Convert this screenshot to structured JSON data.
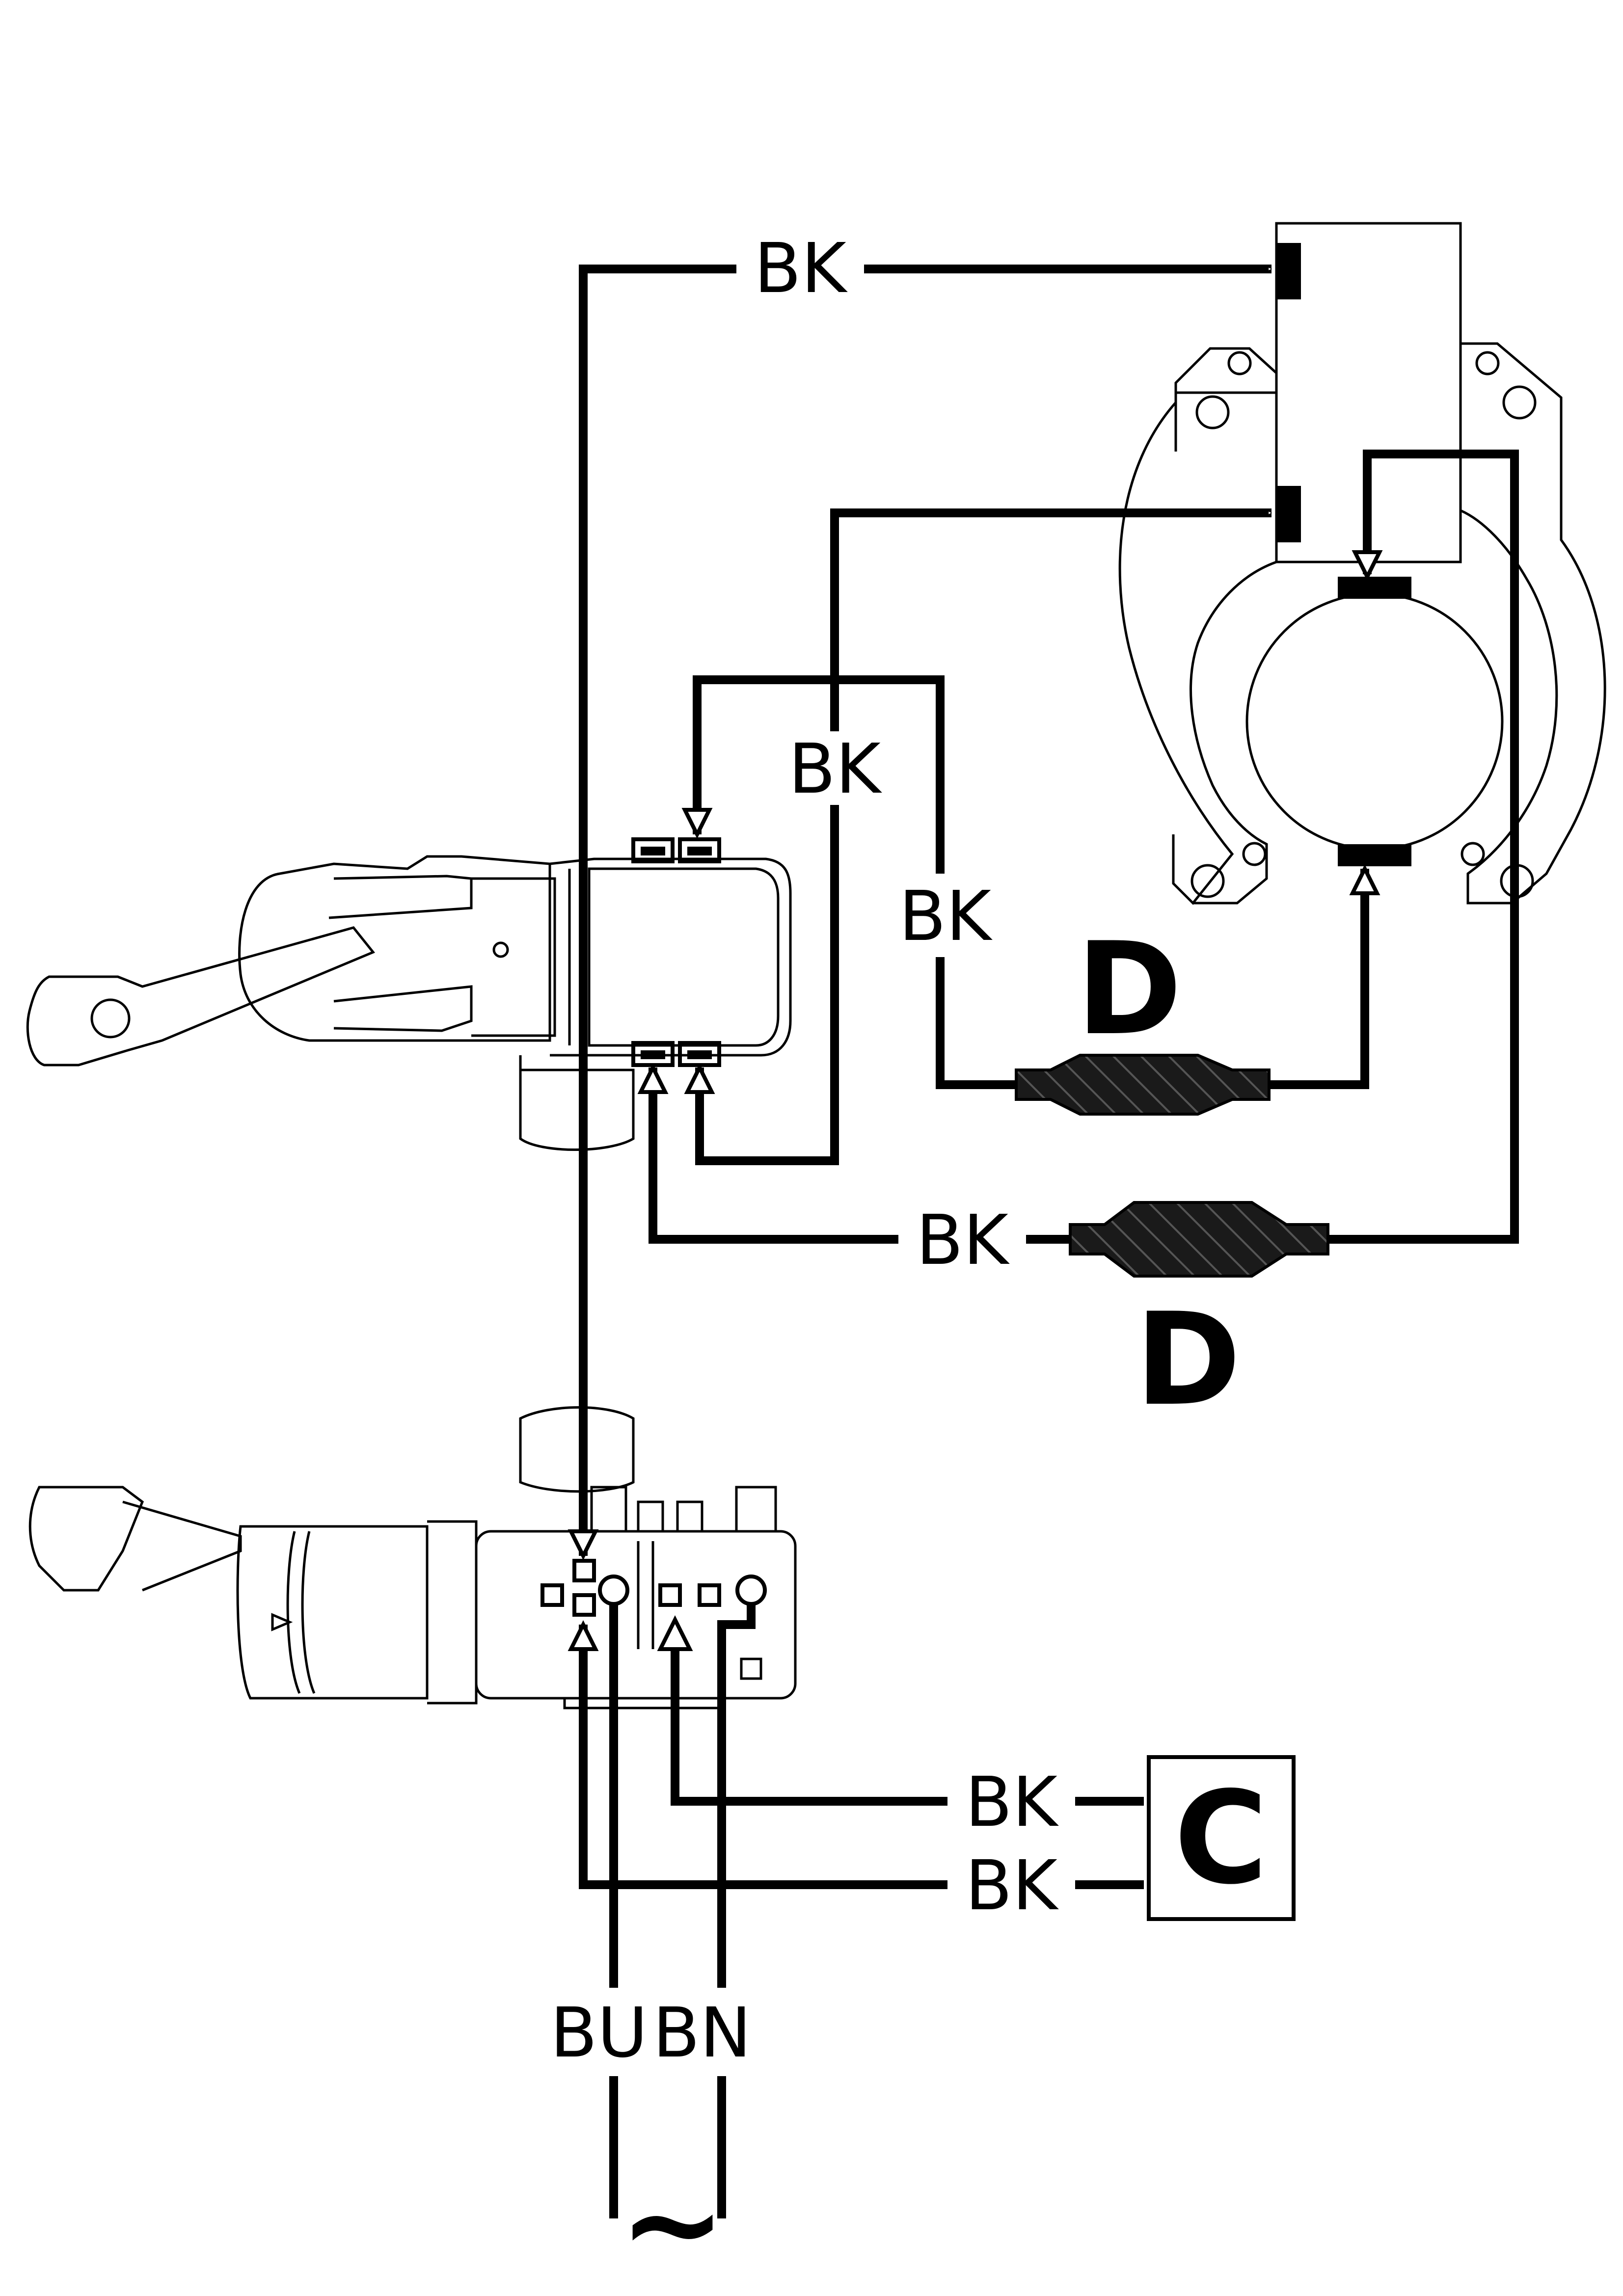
{
  "wire_labels": {
    "bk_top": "BK",
    "bk_mid": "BK",
    "bk_right": "BK",
    "bk_lower": "BK",
    "bk_cap_1": "BK",
    "bk_cap_2": "BK",
    "bu": "BU",
    "bn": "BN"
  },
  "components": {
    "suppressor_upper": "D",
    "suppressor_lower": "D",
    "capacitor": "C"
  },
  "supply_symbol": "~",
  "colors": {
    "ink": "#000000",
    "background": "#ffffff"
  }
}
